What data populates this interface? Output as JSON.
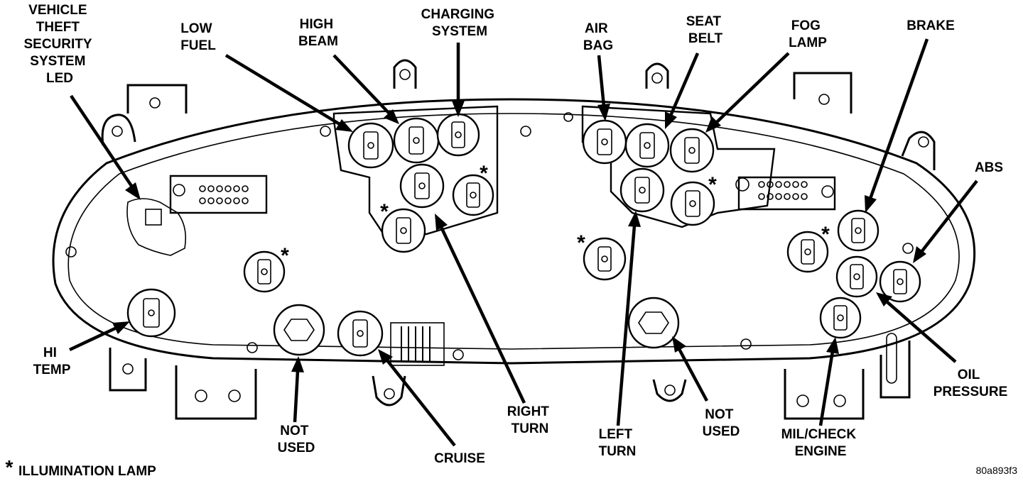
{
  "labels": {
    "vehicle_theft": [
      "VEHICLE",
      "THEFT",
      "SECURITY",
      "SYSTEM",
      "LED"
    ],
    "low_fuel": [
      "LOW",
      "FUEL"
    ],
    "high_beam": [
      "HIGH",
      "BEAM"
    ],
    "charging_system": [
      "CHARGING",
      "SYSTEM"
    ],
    "air_bag": [
      "AIR",
      "BAG"
    ],
    "seat_belt": [
      "SEAT",
      "BELT"
    ],
    "fog_lamp": [
      "FOG",
      "LAMP"
    ],
    "brake": [
      "BRAKE"
    ],
    "abs": [
      "ABS"
    ],
    "oil_pressure": [
      "OIL",
      "PRESSURE"
    ],
    "mil_check_engine": [
      "MIL/CHECK",
      "ENGINE"
    ],
    "not_used_right": [
      "NOT",
      "USED"
    ],
    "left_turn": [
      "LEFT",
      "TURN"
    ],
    "right_turn": [
      "RIGHT",
      "TURN"
    ],
    "cruise": [
      "CRUISE"
    ],
    "not_used_left": [
      "NOT",
      "USED"
    ],
    "hi_temp": [
      "HI",
      "TEMP"
    ]
  },
  "legend": {
    "symbol": "*",
    "text": "ILLUMINATION LAMP"
  },
  "figure_id": "80a893f3",
  "star_symbol": "*"
}
